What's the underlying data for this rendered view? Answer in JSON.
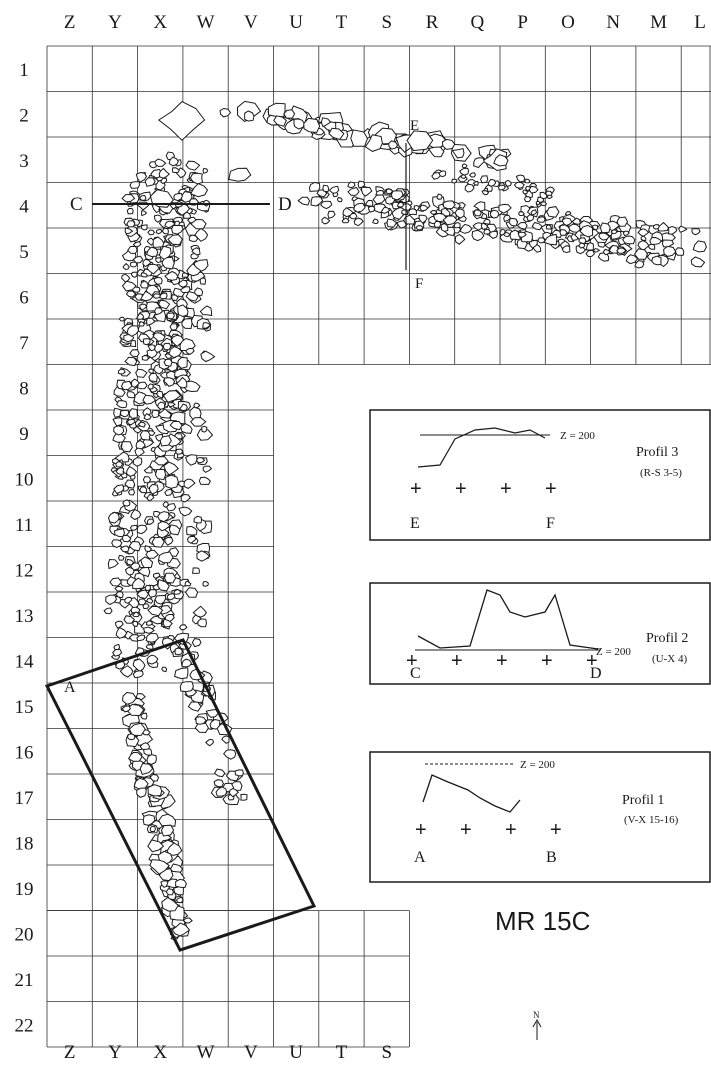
{
  "site_label": "MR 15C",
  "north_label": "N",
  "columns_top": [
    "Z",
    "Y",
    "X",
    "W",
    "V",
    "U",
    "T",
    "S",
    "R",
    "Q",
    "P",
    "O",
    "N",
    "M",
    "L"
  ],
  "columns_bottom": [
    "Z",
    "Y",
    "X",
    "W",
    "V",
    "U",
    "T",
    "S"
  ],
  "rows": [
    "1",
    "2",
    "3",
    "4",
    "5",
    "6",
    "7",
    "8",
    "9",
    "10",
    "11",
    "12",
    "13",
    "14",
    "15",
    "16",
    "17",
    "18",
    "19",
    "20",
    "21",
    "22"
  ],
  "section_markers": {
    "E": "E",
    "F": "F",
    "C": "C",
    "D": "D",
    "A": "A",
    "B": "B"
  },
  "profiles": [
    {
      "title": "Profil 3",
      "subtitle": "(R-S 3-5)",
      "datum": "Z = 200",
      "start": "E",
      "end": "F"
    },
    {
      "title": "Profil 2",
      "subtitle": "(U-X 4)",
      "datum": "Z = 200",
      "start": "C",
      "end": "D"
    },
    {
      "title": "Profil 1",
      "subtitle": "(V-X 15-16)",
      "datum": "Z = 200",
      "start": "A",
      "end": "B"
    }
  ],
  "plus_sign": "+",
  "colors": {
    "ink": "#1a1a1a",
    "paper": "#ffffff"
  }
}
